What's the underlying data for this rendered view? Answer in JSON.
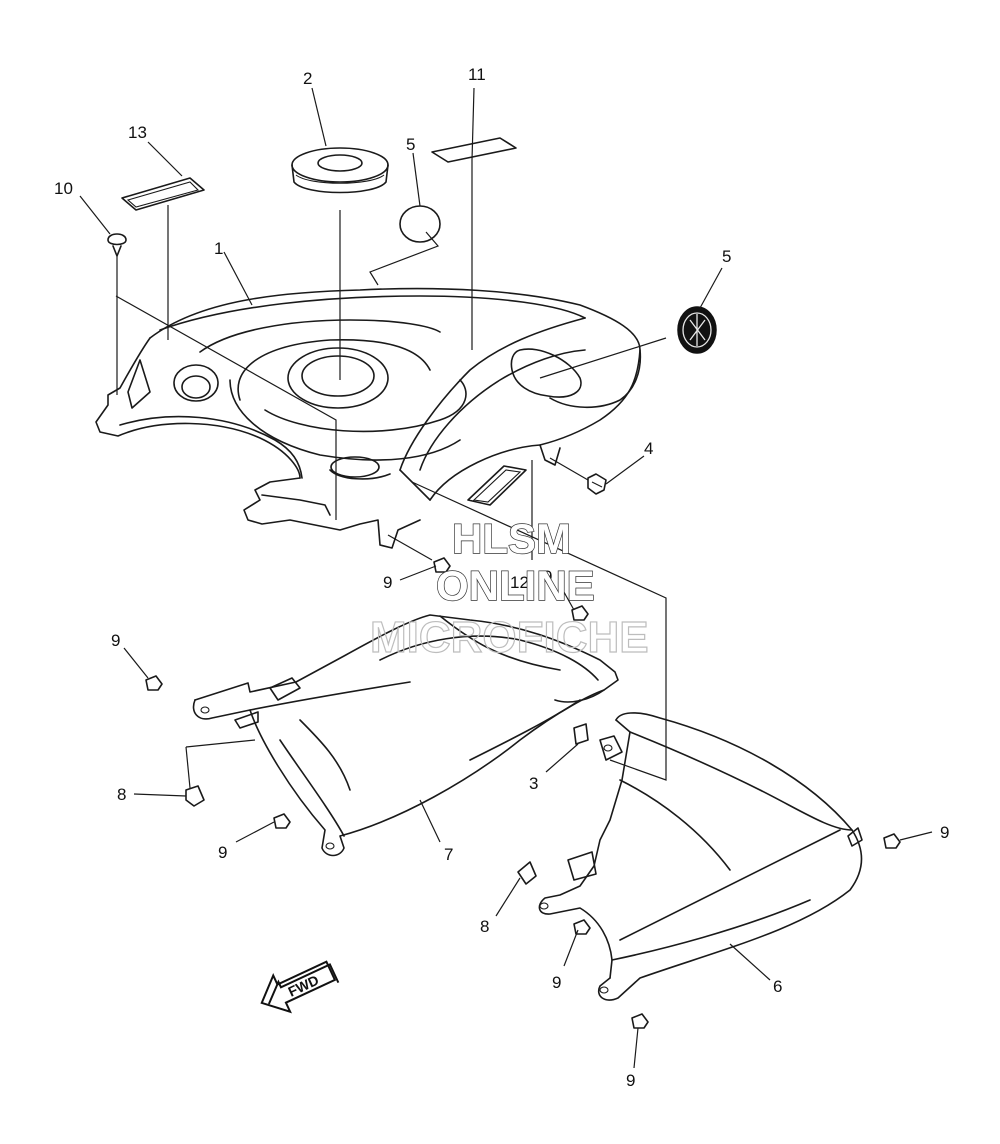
{
  "callouts": [
    "2",
    "11",
    "13",
    "5",
    "10",
    "1",
    "5",
    "4",
    "9",
    "12",
    "9",
    "9",
    "8",
    "9",
    "7",
    "3",
    "9",
    "8",
    "9",
    "6",
    "9"
  ],
  "watermark": {
    "line1": "HLSM",
    "line2": "ONLINE",
    "line3": "MICROFICHE"
  },
  "fwd_label": "FWD"
}
